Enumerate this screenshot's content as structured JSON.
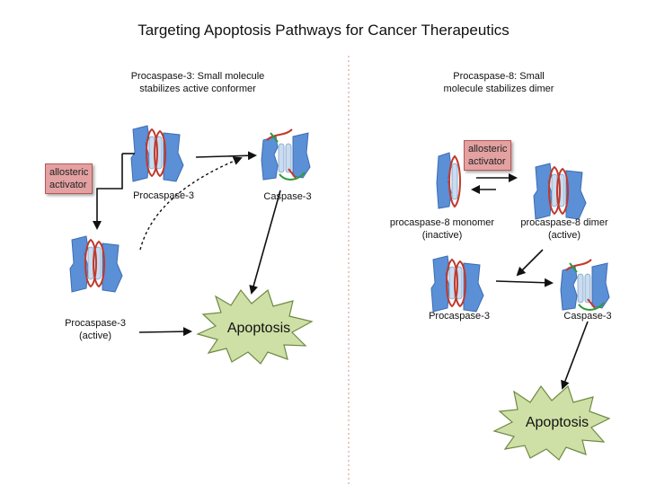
{
  "title": "Targeting Apoptosis Pathways for Cancer Therapeutics",
  "left": {
    "subtitle_line1": "Procaspase-3: Small molecule",
    "subtitle_line2": "stabilizes active conformer",
    "activator_line1": "allosteric",
    "activator_line2": "activator",
    "procaspase_label": "Procaspase-3",
    "caspase_label": "Caspase-3",
    "active_label_line1": "Procaspase-3",
    "active_label_line2": "(active)",
    "apoptosis_label": "Apoptosis"
  },
  "right": {
    "subtitle_line1": "Procaspase-8: Small",
    "subtitle_line2": "molecule stabilizes dimer",
    "activator_line1": "allosteric",
    "activator_line2": "activator",
    "monomer_label_line1": "procaspase-8 monomer",
    "monomer_label_line2": "(inactive)",
    "dimer_label_line1": "procaspase-8 dimer",
    "dimer_label_line2": "(active)",
    "procaspase_label": "Procaspase-3",
    "caspase_label": "Caspase-3",
    "apoptosis_label": "Apoptosis"
  },
  "colors": {
    "protein_blue": "#5b8fd6",
    "protein_light": "#c9dcf0",
    "loop_red": "#c0392b",
    "loop_green": "#2e9a3a",
    "activator_box": "#e3a1a1",
    "apoptosis_fill": "#cfe0a6",
    "divider": "#e0a0a0"
  }
}
